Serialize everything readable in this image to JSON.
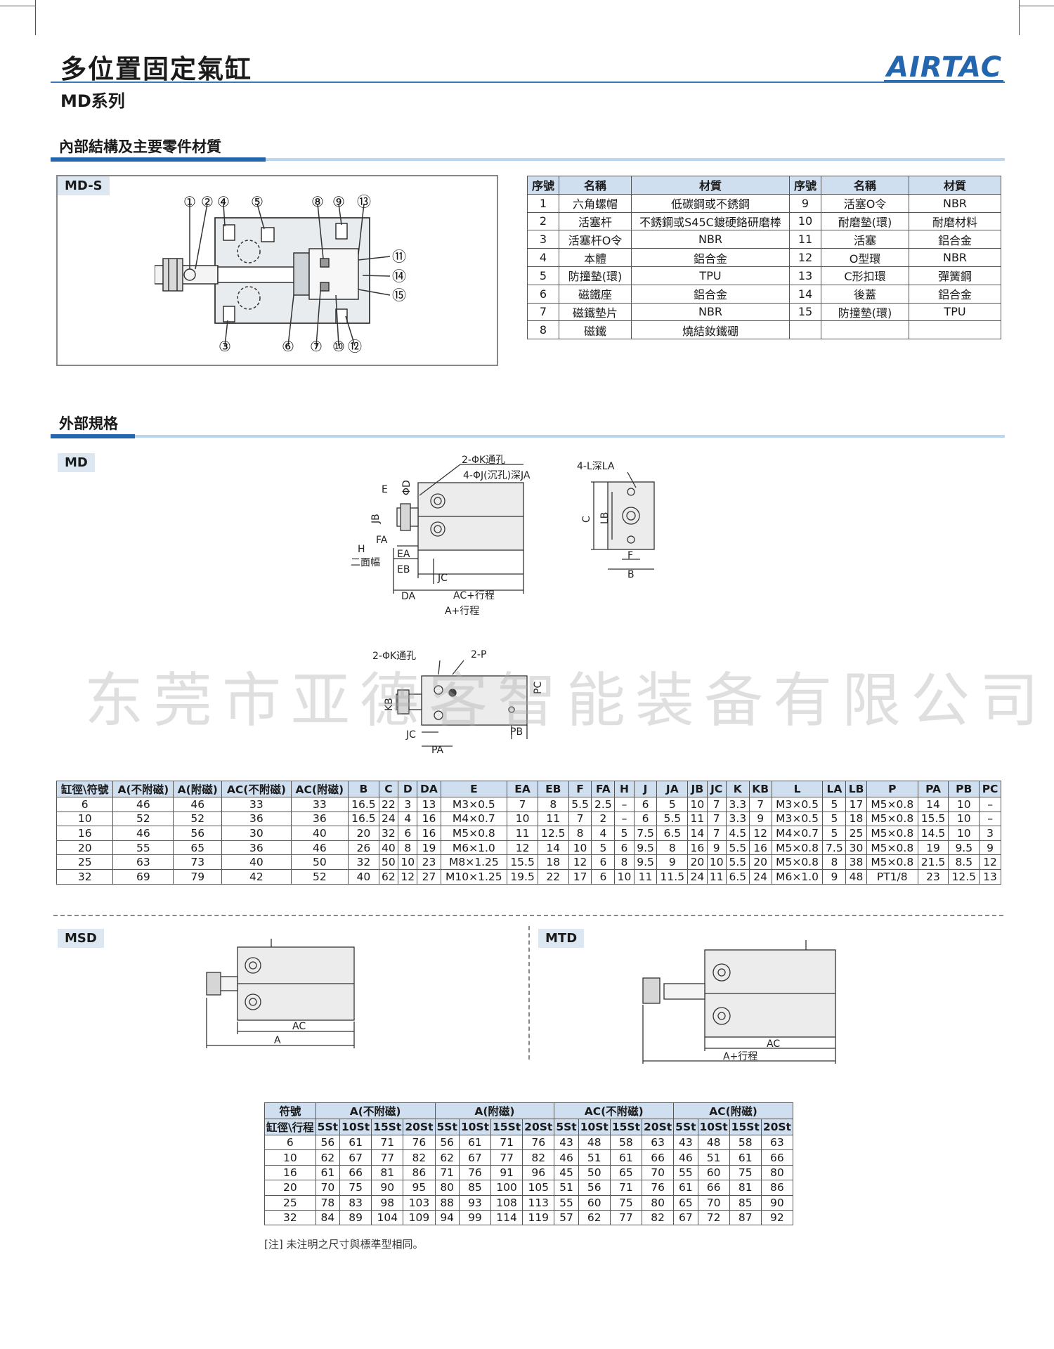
{
  "header": {
    "title": "多位置固定氣缸",
    "series": "MD系列",
    "logo_text": "AIRTAC",
    "brand_color": "#2466ad"
  },
  "sections": {
    "internal": "內部結構及主要零件材質",
    "external": "外部規格"
  },
  "labels": {
    "mds": "MD-S",
    "md": "MD",
    "msd": "MSD",
    "mtd": "MTD"
  },
  "callouts": [
    "①",
    "②",
    "④",
    "⑤",
    "⑧",
    "⑨",
    "⑬",
    "⑪",
    "⑭",
    "⑮",
    "③",
    "⑥",
    "⑦",
    "⑩",
    "⑫"
  ],
  "drawing_labels": {
    "md_main": [
      "2-ΦK通孔",
      "4-ΦJ(沉孔)深JA",
      "E",
      "ΦD",
      "JB",
      "FA",
      "H",
      "二面幅",
      "EA",
      "EB",
      "JC",
      "DA",
      "AC+行程",
      "A+行程"
    ],
    "md_side": [
      "4-L深LA",
      "C",
      "LB",
      "F",
      "B"
    ],
    "md_low": [
      "2-ΦK通孔",
      "2-P",
      "KB",
      "PC",
      "JC",
      "PB",
      "PA"
    ],
    "msd": [
      "AC",
      "A"
    ],
    "mtd": [
      "AC",
      "A+行程"
    ]
  },
  "parts_table": {
    "headers": [
      "序號",
      "名稱",
      "材質",
      "序號",
      "名稱",
      "材質"
    ],
    "rows": [
      [
        "1",
        "六角螺帽",
        "低碳鋼或不銹鋼",
        "9",
        "活塞O令",
        "NBR"
      ],
      [
        "2",
        "活塞杆",
        "不銹鋼或S45C鍍硬鉻研磨棒",
        "10",
        "耐磨墊(環)",
        "耐磨材料"
      ],
      [
        "3",
        "活塞杆O令",
        "NBR",
        "11",
        "活塞",
        "鋁合金"
      ],
      [
        "4",
        "本體",
        "鋁合金",
        "12",
        "O型環",
        "NBR"
      ],
      [
        "5",
        "防撞墊(環)",
        "TPU",
        "13",
        "C形扣環",
        "彈簧鋼"
      ],
      [
        "6",
        "磁鐵座",
        "鋁合金",
        "14",
        "後蓋",
        "鋁合金"
      ],
      [
        "7",
        "磁鐵墊片",
        "NBR",
        "15",
        "防撞墊(環)",
        "TPU"
      ],
      [
        "8",
        "磁鐵",
        "燒結釹鐵硼",
        "",
        "",
        ""
      ]
    ]
  },
  "dims_table": {
    "headers": [
      "缸徑\\符號",
      "A(不附磁)",
      "A(附磁)",
      "AC(不附磁)",
      "AC(附磁)",
      "B",
      "C",
      "D",
      "DA",
      "E",
      "EA",
      "EB",
      "F",
      "FA",
      "H",
      "J",
      "JA",
      "JB",
      "JC",
      "K",
      "KB",
      "L",
      "LA",
      "LB",
      "P",
      "PA",
      "PB",
      "PC"
    ],
    "rows": [
      [
        "6",
        "46",
        "46",
        "33",
        "33",
        "16.5",
        "22",
        "3",
        "13",
        "M3×0.5",
        "7",
        "8",
        "5.5",
        "2.5",
        "–",
        "6",
        "5",
        "10",
        "7",
        "3.3",
        "7",
        "M3×0.5",
        "5",
        "17",
        "M5×0.8",
        "14",
        "10",
        "–"
      ],
      [
        "10",
        "52",
        "52",
        "36",
        "36",
        "16.5",
        "24",
        "4",
        "16",
        "M4×0.7",
        "10",
        "11",
        "7",
        "2",
        "–",
        "6",
        "5.5",
        "11",
        "7",
        "3.3",
        "9",
        "M3×0.5",
        "5",
        "18",
        "M5×0.8",
        "15.5",
        "10",
        "–"
      ],
      [
        "16",
        "46",
        "56",
        "30",
        "40",
        "20",
        "32",
        "6",
        "16",
        "M5×0.8",
        "11",
        "12.5",
        "8",
        "4",
        "5",
        "7.5",
        "6.5",
        "14",
        "7",
        "4.5",
        "12",
        "M4×0.7",
        "5",
        "25",
        "M5×0.8",
        "14.5",
        "10",
        "3"
      ],
      [
        "20",
        "55",
        "65",
        "36",
        "46",
        "26",
        "40",
        "8",
        "19",
        "M6×1.0",
        "12",
        "14",
        "10",
        "5",
        "6",
        "9.5",
        "8",
        "16",
        "9",
        "5.5",
        "16",
        "M5×0.8",
        "7.5",
        "30",
        "M5×0.8",
        "19",
        "9.5",
        "9"
      ],
      [
        "25",
        "63",
        "73",
        "40",
        "50",
        "32",
        "50",
        "10",
        "23",
        "M8×1.25",
        "15.5",
        "18",
        "12",
        "6",
        "8",
        "9.5",
        "9",
        "20",
        "10",
        "5.5",
        "20",
        "M5×0.8",
        "8",
        "38",
        "M5×0.8",
        "21.5",
        "8.5",
        "12"
      ],
      [
        "32",
        "69",
        "79",
        "42",
        "52",
        "40",
        "62",
        "12",
        "27",
        "M10×1.25",
        "19.5",
        "22",
        "17",
        "6",
        "10",
        "11",
        "11.5",
        "24",
        "11",
        "6.5",
        "24",
        "M6×1.0",
        "9",
        "48",
        "PT1/8",
        "23",
        "12.5",
        "13"
      ]
    ]
  },
  "stroke_table": {
    "group_headers": [
      "符號",
      "A(不附磁)",
      "A(附磁)",
      "AC(不附磁)",
      "AC(附磁)"
    ],
    "sub_headers": [
      "缸徑\\行程",
      "5St",
      "10St",
      "15St",
      "20St",
      "5St",
      "10St",
      "15St",
      "20St",
      "5St",
      "10St",
      "15St",
      "20St",
      "5St",
      "10St",
      "15St",
      "20St"
    ],
    "rows": [
      [
        "6",
        "56",
        "61",
        "71",
        "76",
        "56",
        "61",
        "71",
        "76",
        "43",
        "48",
        "58",
        "63",
        "43",
        "48",
        "58",
        "63"
      ],
      [
        "10",
        "62",
        "67",
        "77",
        "82",
        "62",
        "67",
        "77",
        "82",
        "46",
        "51",
        "61",
        "66",
        "46",
        "51",
        "61",
        "66"
      ],
      [
        "16",
        "61",
        "66",
        "81",
        "86",
        "71",
        "76",
        "91",
        "96",
        "45",
        "50",
        "65",
        "70",
        "55",
        "60",
        "75",
        "80"
      ],
      [
        "20",
        "70",
        "75",
        "90",
        "95",
        "80",
        "85",
        "100",
        "105",
        "51",
        "56",
        "71",
        "76",
        "61",
        "66",
        "81",
        "86"
      ],
      [
        "25",
        "78",
        "83",
        "98",
        "103",
        "88",
        "93",
        "108",
        "113",
        "55",
        "60",
        "75",
        "80",
        "65",
        "70",
        "85",
        "90"
      ],
      [
        "32",
        "84",
        "89",
        "104",
        "109",
        "94",
        "99",
        "114",
        "119",
        "57",
        "62",
        "77",
        "82",
        "67",
        "72",
        "87",
        "92"
      ]
    ]
  },
  "note": "[注] 未注明之尺寸與標準型相同。",
  "watermark": "东莞市亚德客智能装备有限公司"
}
